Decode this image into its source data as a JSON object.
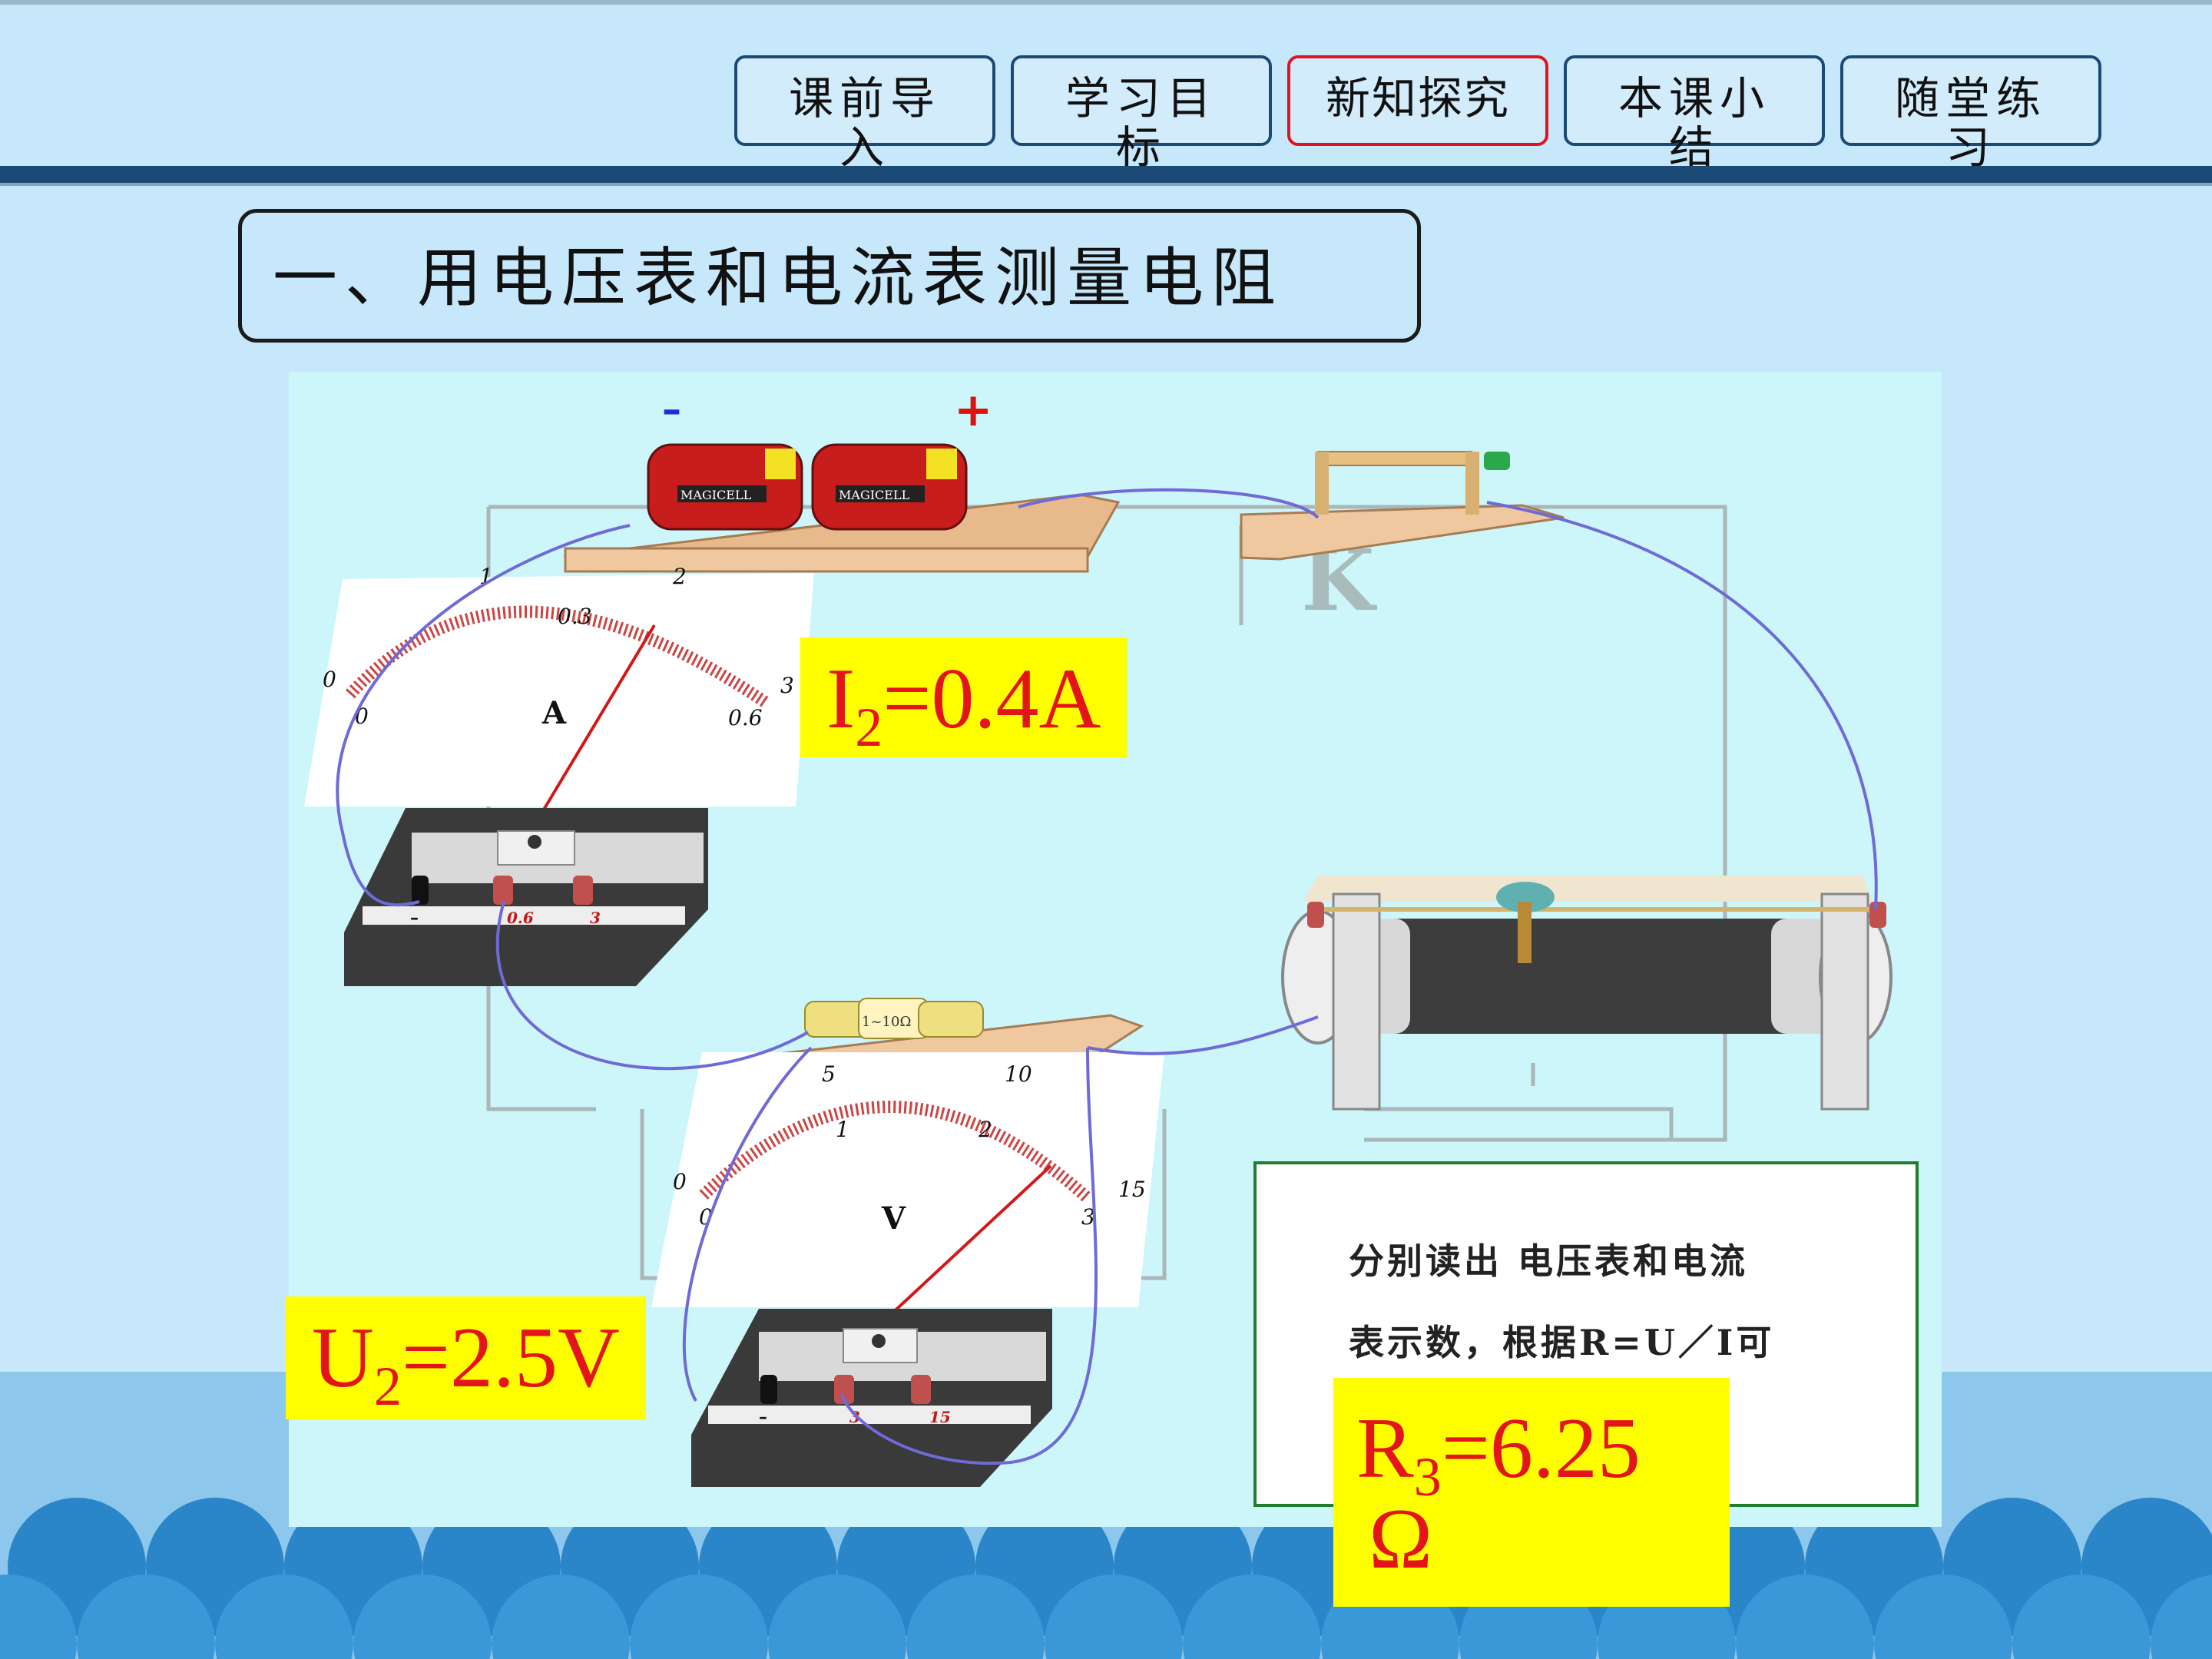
{
  "nav": {
    "items": [
      {
        "label": "课前导入"
      },
      {
        "label": "学习目标"
      },
      {
        "label": "新知探究",
        "active": true
      },
      {
        "label": "本课小结"
      },
      {
        "label": "随堂练习"
      }
    ]
  },
  "title": "一、用电压表和电流表测量电阻",
  "figure": {
    "battery_neg": "–",
    "battery_pos": "+",
    "battery_brand": "MAGICELL",
    "switch_label": "K",
    "resistor_label": "1~10Ω",
    "ammeter": {
      "symbol": "A",
      "ticks_top": [
        "0",
        "1",
        "2",
        "3"
      ],
      "ticks_bottom": [
        "0",
        "0.3",
        "0.6"
      ],
      "terminals": [
        "–",
        "0.6",
        "3"
      ]
    },
    "voltmeter": {
      "symbol": "V",
      "ticks_top": [
        "0",
        "5",
        "10",
        "15"
      ],
      "ticks_bottom": [
        "0",
        "1",
        "2",
        "3"
      ],
      "terminals": [
        "–",
        "3",
        "15"
      ]
    }
  },
  "labels": {
    "current": {
      "base": "I",
      "sub": "2",
      "rest": "=0.4A"
    },
    "voltage": {
      "base": "U",
      "sub": "2",
      "rest": "=2.5V"
    },
    "resistance": {
      "base": "R",
      "sub": "3",
      "rest": "=6.25",
      "unit": "Ω"
    }
  },
  "note": {
    "line1": "分别读出 电压表和电流",
    "line2": "表示数，根据R=U／I可"
  },
  "colors": {
    "band": "#1c4a76",
    "active_border": "#e0141e",
    "highlight_bg": "#ffff00",
    "highlight_text": "#e3151a"
  }
}
